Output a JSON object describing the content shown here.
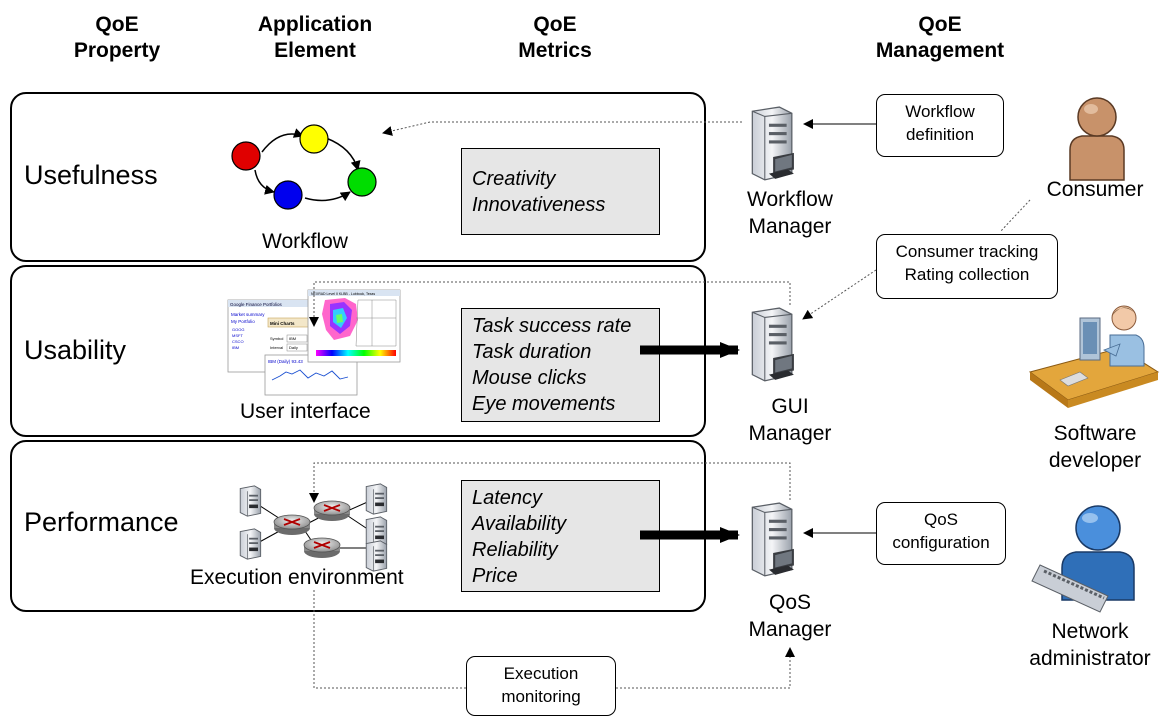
{
  "headers": {
    "property": "QoE\nProperty",
    "element": "Application\nElement",
    "metrics": "QoE\nMetrics",
    "management": "QoE\nManagement"
  },
  "rows": [
    {
      "property": "Usefulness",
      "element": "Workflow",
      "metrics": [
        "Creativity",
        "Innovativeness"
      ]
    },
    {
      "property": "Usability",
      "element": "User interface",
      "metrics": [
        "Task success rate",
        "Task duration",
        "Mouse clicks",
        "Eye movements"
      ]
    },
    {
      "property": "Performance",
      "element": "Execution environment",
      "metrics": [
        "Latency",
        "Availability",
        "Reliability",
        "Price"
      ]
    }
  ],
  "managers": [
    {
      "line1": "Workflow",
      "line2": "Manager"
    },
    {
      "line1": "GUI",
      "line2": "Manager"
    },
    {
      "line1": "QoS",
      "line2": "Manager"
    }
  ],
  "callouts": {
    "workflow_definition": [
      "Workflow",
      "definition"
    ],
    "consumer_tracking": [
      "Consumer tracking",
      "Rating collection"
    ],
    "qos_configuration": [
      "QoS",
      "configuration"
    ],
    "execution_monitoring": [
      "Execution",
      "monitoring"
    ]
  },
  "actors": {
    "consumer": [
      "Consumer"
    ],
    "developer": [
      "Software",
      "developer"
    ],
    "admin": [
      "Network",
      "administrator"
    ]
  },
  "workflow_node_colors": [
    "#e00000",
    "#ffff00",
    "#0000ee",
    "#00dd00"
  ],
  "ui_thumbnail_text": {
    "portfolio_title": "Google Finance Portfolios",
    "market_summary": "Market summary",
    "my_portfolio": "My Portfolio",
    "tickers": [
      "GOOG",
      "MSFT",
      "CSCO",
      "IBM"
    ],
    "mini_charts": "Mini Charts",
    "symbol_label": "Symbol",
    "symbol_value": "IBM",
    "interval_label": "Interval",
    "interval_value": "Daily",
    "ibm_daily": "IBM (Daily) 93.43",
    "map_title": "NEXRAD Level II KLBB - Lubbock, Texas"
  }
}
